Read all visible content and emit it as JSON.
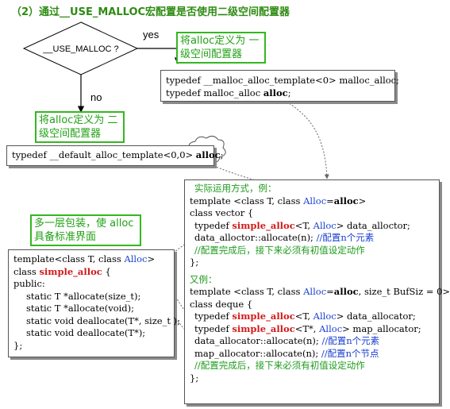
{
  "title": "（2）通过__USE_MALLOC宏配置是否使用二级空间配置器",
  "diamond": {
    "label": "__USE_MALLOC ?"
  },
  "edges": {
    "yes": "yes",
    "no": "no"
  },
  "note_first": "将alloc定义为 一级空间配置器",
  "note_second": "将alloc定义为 二级空间配置器",
  "note_wrapper": "多一层包装，使 alloc具备标准界面",
  "typedef_first": {
    "line1_a": "typedef __malloc_alloc_template<0> malloc_alloc;",
    "line2_a": "typedef malloc_alloc ",
    "line2_b": "alloc",
    "line2_c": ";"
  },
  "typedef_second": {
    "a": "typedef __default_alloc_template<0,0> ",
    "b": "alloc",
    "c": ";"
  },
  "simple_alloc": {
    "l1_a": "template<class T, class ",
    "l1_b": "Alloc",
    "l1_c": ">",
    "l2_a": "class ",
    "l2_b": "simple_alloc",
    "l2_c": " {",
    "l3": "public:",
    "l4": "static T *allocate(size_t);",
    "l5": "static T *allocate(void);",
    "l6": "static void deallocate(T*, size_t );",
    "l7": "static void deallocate(T*);",
    "l8": "};"
  },
  "usage": {
    "caption1": "实际运用方式，例：",
    "v1_a": "template <class T, class ",
    "v1_b": "Alloc",
    "v1_c": "=",
    "v1_d": "alloc",
    "v1_e": ">",
    "v2": "class vector {",
    "v3_a": "typedef ",
    "v3_b": "simple_alloc",
    "v3_c": "<T, ",
    "v3_d": "Alloc",
    "v3_e": "> data_alloctor;",
    "v4_a": "data_alloctor::allocate(n); ",
    "v4_b": "//配置n个元素",
    "v5": "//配置完成后，接下来必须有初值设定动作",
    "v6": "};",
    "caption2": "又例：",
    "d1_a": "template <class T, class ",
    "d1_b": "Alloc",
    "d1_c": "=",
    "d1_d": "alloc",
    "d1_e": ", size_t BufSiz = 0>",
    "d2": "class deque {",
    "d3_a": "typedef ",
    "d3_b": "simple_alloc",
    "d3_c": "<T, ",
    "d3_d": "Alloc",
    "d3_e": "> data_allocator;",
    "d4_a": "typedef ",
    "d4_b": "simple_alloc",
    "d4_c": "<T*, ",
    "d4_d": "Alloc",
    "d4_e": "> map_allocator;",
    "d5_a": "data_allocator::allocate(n); ",
    "d5_b": "//配置n个元素",
    "d6_a": "map_allocator::allocate(n); ",
    "d6_b": "//配置n个节点",
    "d7": "//配置完成后，接下来必须有初值设定动作",
    "d8": "};"
  }
}
